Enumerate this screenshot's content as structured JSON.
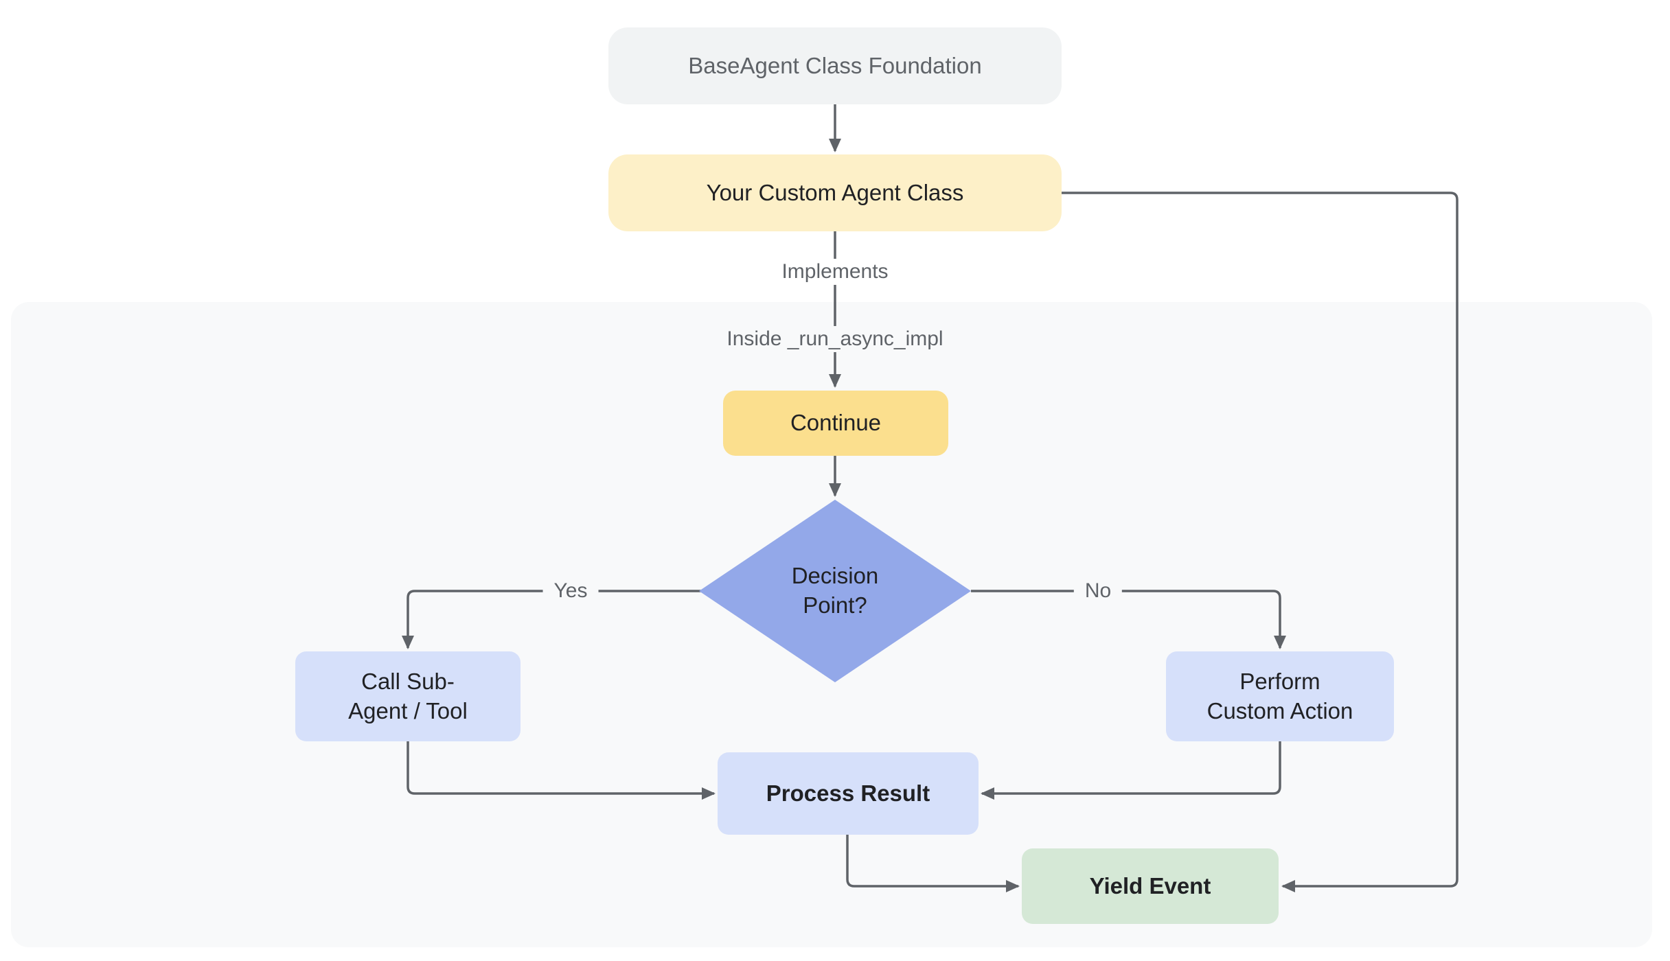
{
  "diagram": {
    "nodes": {
      "foundation": {
        "label": "BaseAgent Class Foundation"
      },
      "custom_agent": {
        "label": "Your Custom Agent Class"
      },
      "continue_step": {
        "label": "Continue"
      },
      "decision": {
        "line1": "Decision",
        "line2": "Point?"
      },
      "call_sub_agent": {
        "line1": "Call Sub-",
        "line2": "Agent / Tool"
      },
      "perform_custom_action": {
        "line1": "Perform",
        "line2": "Custom Action"
      },
      "process_result": {
        "label": "Process Result"
      },
      "yield_event": {
        "label": "Yield Event"
      }
    },
    "edge_labels": {
      "implements": "Implements",
      "inside_impl": "Inside _run_async_impl",
      "yes": "Yes",
      "no": "No"
    }
  },
  "colors": {
    "line": "#5f6368",
    "canvas": "#ffffff",
    "panel": "#f8f9fa",
    "node-gray": "#f1f3f4",
    "node-yellow-light": "#fdf0c8",
    "node-yellow": "#fbdf8e",
    "node-blue": "#d6e0fa",
    "node-green": "#d5e8d6",
    "diamond": "#93a8e9",
    "text-dark": "#202124",
    "text-gray": "#5f6368"
  }
}
